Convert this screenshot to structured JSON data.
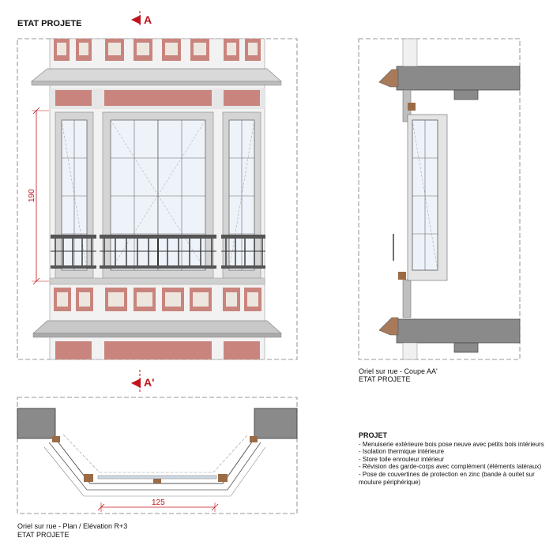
{
  "title": "ETAT PROJETE",
  "section_marks": {
    "top": "A",
    "bottom": "A'"
  },
  "dimensions": {
    "height": "190",
    "width": "125"
  },
  "captions": {
    "section": [
      "Oriel sur rue - Coupe AA'",
      "ETAT PROJETE"
    ],
    "plan": [
      "Oriel sur rue - Plan / Elévation R+3",
      "ETAT PROJETE"
    ]
  },
  "project": {
    "title": "PROJET",
    "items": [
      "- Menuiserie extérieure bois pose neuve avec petits bois intérieurs",
      "- Isolation thermique intérieure",
      "- Store toile enrouleur intérieur",
      "- Révision des garde-corps avec complément (éléments latéraux)",
      "- Pose de couvertines de protection en zinc (bande à ourlet sur",
      "moulure périphérique)"
    ]
  },
  "colors": {
    "brick": "#c9857d",
    "stone": "#d6d6d6",
    "dark_gray": "#8a8a8a",
    "glass": "#eef3fa",
    "accent_red": "#c0141c",
    "wood": "#9b6b45"
  }
}
